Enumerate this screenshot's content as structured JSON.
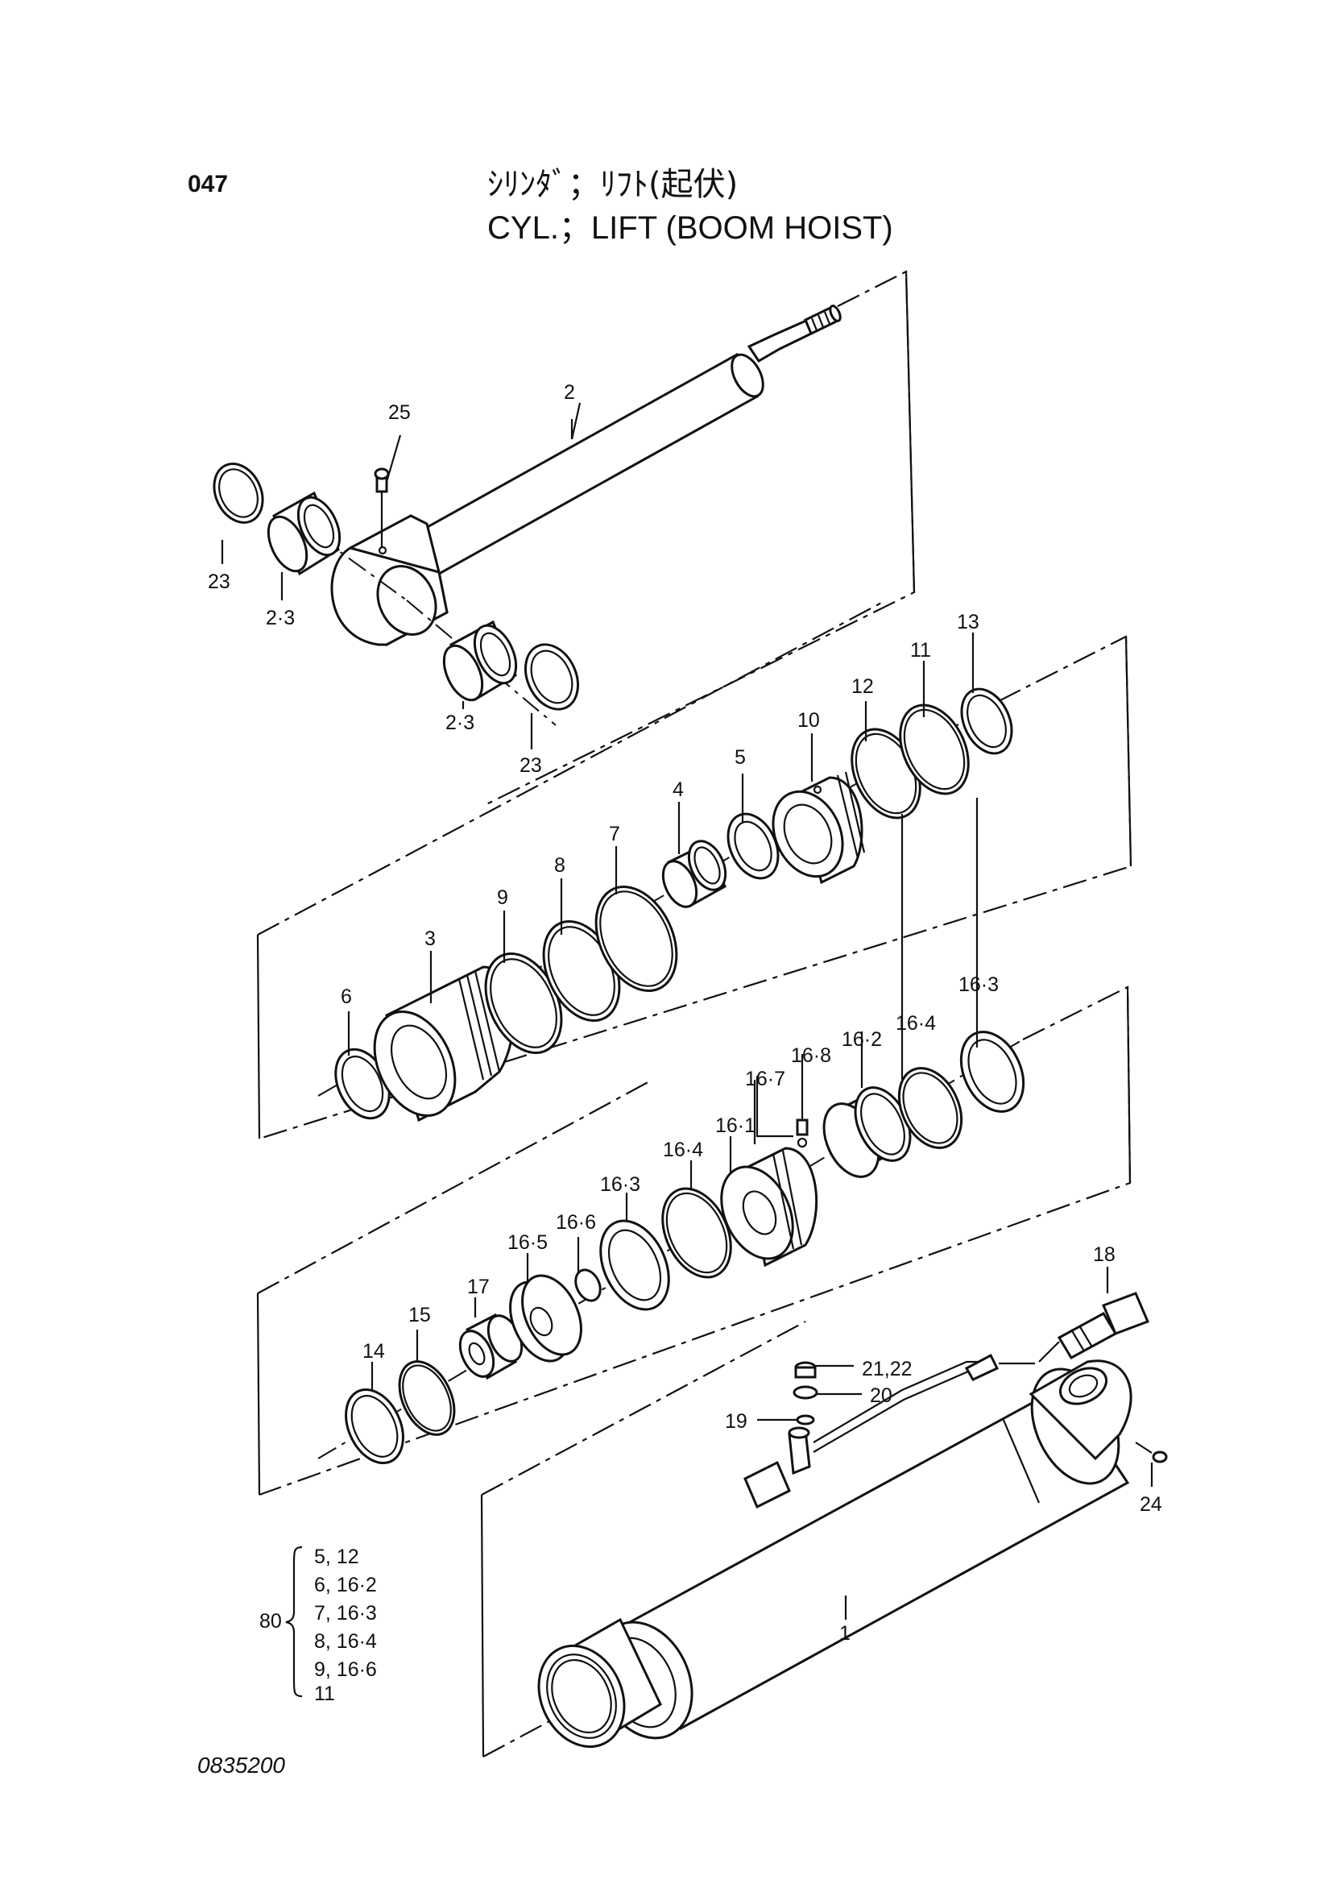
{
  "header": {
    "page_number": "047",
    "title_jp": "ｼﾘﾝﾀﾞ；ﾘﾌﾄ(起伏)",
    "title_en": "CYL.；LIFT (BOOM  HOIST)"
  },
  "footer": {
    "drawing_number": "0835200"
  },
  "callouts": {
    "c1": "1",
    "c2": "2",
    "c2_3a": "2·3",
    "c2_3b": "2·3",
    "c3": "3",
    "c4": "4",
    "c5": "5",
    "c6": "6",
    "c7": "7",
    "c8": "8",
    "c9": "9",
    "c10": "10",
    "c11": "11",
    "c12": "12",
    "c13": "13",
    "c14": "14",
    "c15": "15",
    "c16_1": "16·1",
    "c16_2": "16·2",
    "c16_3a": "16·3",
    "c16_3b": "16·3",
    "c16_4a": "16·4",
    "c16_4b": "16·4",
    "c16_5": "16·5",
    "c16_6": "16·6",
    "c16_7": "16·7",
    "c16_8": "16·8",
    "c17": "17",
    "c18": "18",
    "c19": "19",
    "c20": "20",
    "c21_22": "21,22",
    "c23a": "23",
    "c23b": "23",
    "c24": "24",
    "c25": "25"
  },
  "kit": {
    "number": "80",
    "rows": [
      "5,  12",
      "6,  16·2",
      "7,  16·3",
      "8,  16·4",
      "9,  16·6",
      "11"
    ]
  }
}
